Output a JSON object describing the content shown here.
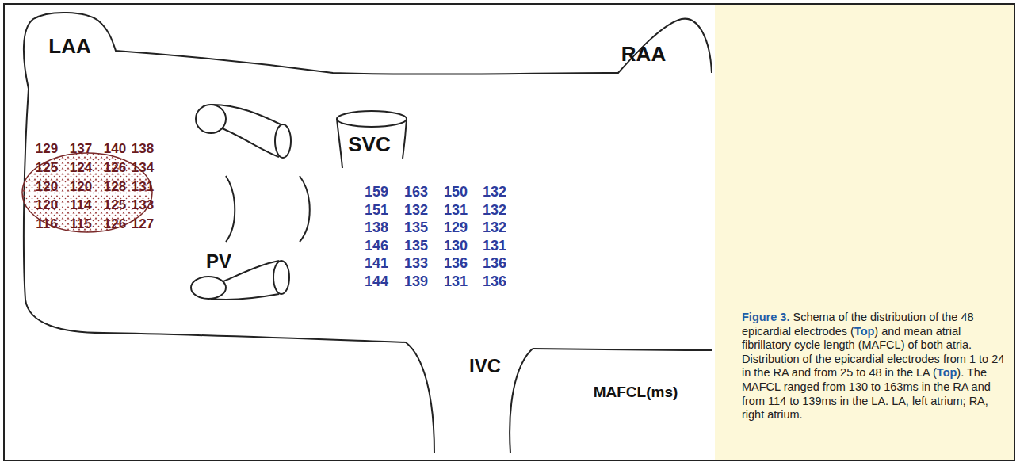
{
  "diagram": {
    "caption": "Figure 3. Schema of the distribution of the 48 epicardial electrodes (Top) and mean atrial fibrillatory cycle length (MAFCL) of both atria. Distribution of the epicardial electrodes from 1 to 24 in the RA and from 25 to 48 in the LA (Top). The MAFCL ranged from 130 to 163ms in the RA and from 114 to 139ms in the LA. LA, left atrium; RA, right atrium.",
    "labels": [
      "LAA",
      "RAA",
      "SVC",
      "PV",
      "IVC",
      "MAFCL(ms)",
      "129",
      "137",
      "140",
      "138",
      "125",
      "124",
      "126",
      "134",
      "120",
      "120",
      "128",
      "131",
      "120",
      "114",
      "125",
      "133",
      "116",
      "115",
      "126",
      "127",
      "159",
      "163",
      "150",
      "132",
      "151",
      "132",
      "131",
      "132",
      "138",
      "135",
      "129",
      "132",
      "146",
      "135",
      "130",
      "131",
      "141",
      "133",
      "136",
      "136",
      "144",
      "139",
      "131",
      "136"
    ]
  }
}
